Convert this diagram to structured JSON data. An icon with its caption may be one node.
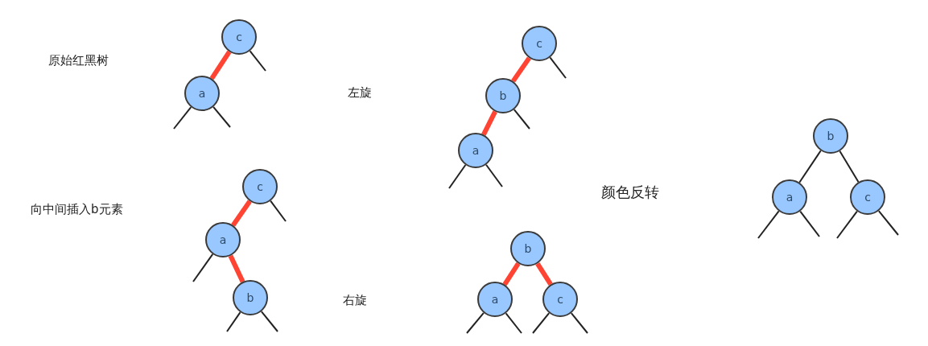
{
  "diagram": {
    "nodes": [
      {
        "text": [
          "c"
        ]
      },
      {
        "text": [
          "a"
        ]
      },
      {
        "text": [
          "c"
        ]
      },
      {
        "text": [
          "a"
        ]
      },
      {
        "text": [
          "b"
        ]
      },
      {
        "text": [
          "c"
        ]
      },
      {
        "text": [
          "b"
        ]
      },
      {
        "text": [
          "a"
        ]
      },
      {
        "text": [
          "b"
        ]
      },
      {
        "text": [
          "a"
        ]
      },
      {
        "text": [
          "c"
        ]
      },
      {
        "text": [
          "b"
        ]
      },
      {
        "text": [
          "a"
        ]
      },
      {
        "text": [
          "c"
        ]
      }
    ],
    "edges": [
      {
        "from": 0,
        "to": 1,
        "arrow": "none",
        "style": "thick",
        "color": "#ff4433"
      },
      {
        "from": 0,
        "to": null,
        "arrow": "none"
      },
      {
        "from": 1,
        "to": null,
        "arrow": "none"
      },
      {
        "from": 1,
        "to": null,
        "arrow": "none"
      },
      {
        "from": 2,
        "to": 3,
        "arrow": "none",
        "style": "thick",
        "color": "#ff4433"
      },
      {
        "from": 3,
        "to": 4,
        "arrow": "none",
        "style": "thick",
        "color": "#ff4433"
      },
      {
        "from": 2,
        "to": null,
        "arrow": "none"
      },
      {
        "from": 3,
        "to": null,
        "arrow": "none"
      },
      {
        "from": 4,
        "to": null,
        "arrow": "none"
      },
      {
        "from": 4,
        "to": null,
        "arrow": "none"
      },
      {
        "from": 5,
        "to": 6,
        "arrow": "none",
        "style": "thick",
        "color": "#ff4433"
      },
      {
        "from": 6,
        "to": 7,
        "arrow": "none",
        "style": "thick",
        "color": "#ff4433"
      },
      {
        "from": 5,
        "to": null,
        "arrow": "none"
      },
      {
        "from": 6,
        "to": null,
        "arrow": "none"
      },
      {
        "from": 7,
        "to": null,
        "arrow": "none"
      },
      {
        "from": 7,
        "to": null,
        "arrow": "none"
      },
      {
        "from": 8,
        "to": 9,
        "arrow": "none",
        "style": "thick",
        "color": "#ff4433"
      },
      {
        "from": 8,
        "to": 10,
        "arrow": "none",
        "style": "thick",
        "color": "#ff4433"
      },
      {
        "from": 9,
        "to": null,
        "arrow": "none"
      },
      {
        "from": 9,
        "to": null,
        "arrow": "none"
      },
      {
        "from": 10,
        "to": null,
        "arrow": "none"
      },
      {
        "from": 10,
        "to": null,
        "arrow": "none"
      },
      {
        "from": 11,
        "to": 12,
        "arrow": "none"
      },
      {
        "from": 11,
        "to": 13,
        "arrow": "none"
      },
      {
        "from": 12,
        "to": null,
        "arrow": "none"
      },
      {
        "from": 12,
        "to": null,
        "arrow": "none"
      },
      {
        "from": 13,
        "to": null,
        "arrow": "none"
      },
      {
        "from": 13,
        "to": null,
        "arrow": "none"
      }
    ],
    "labels": [
      "原始红黑树",
      "左旋",
      "向中间插入b元素",
      "颜色反转",
      "右旋"
    ]
  }
}
